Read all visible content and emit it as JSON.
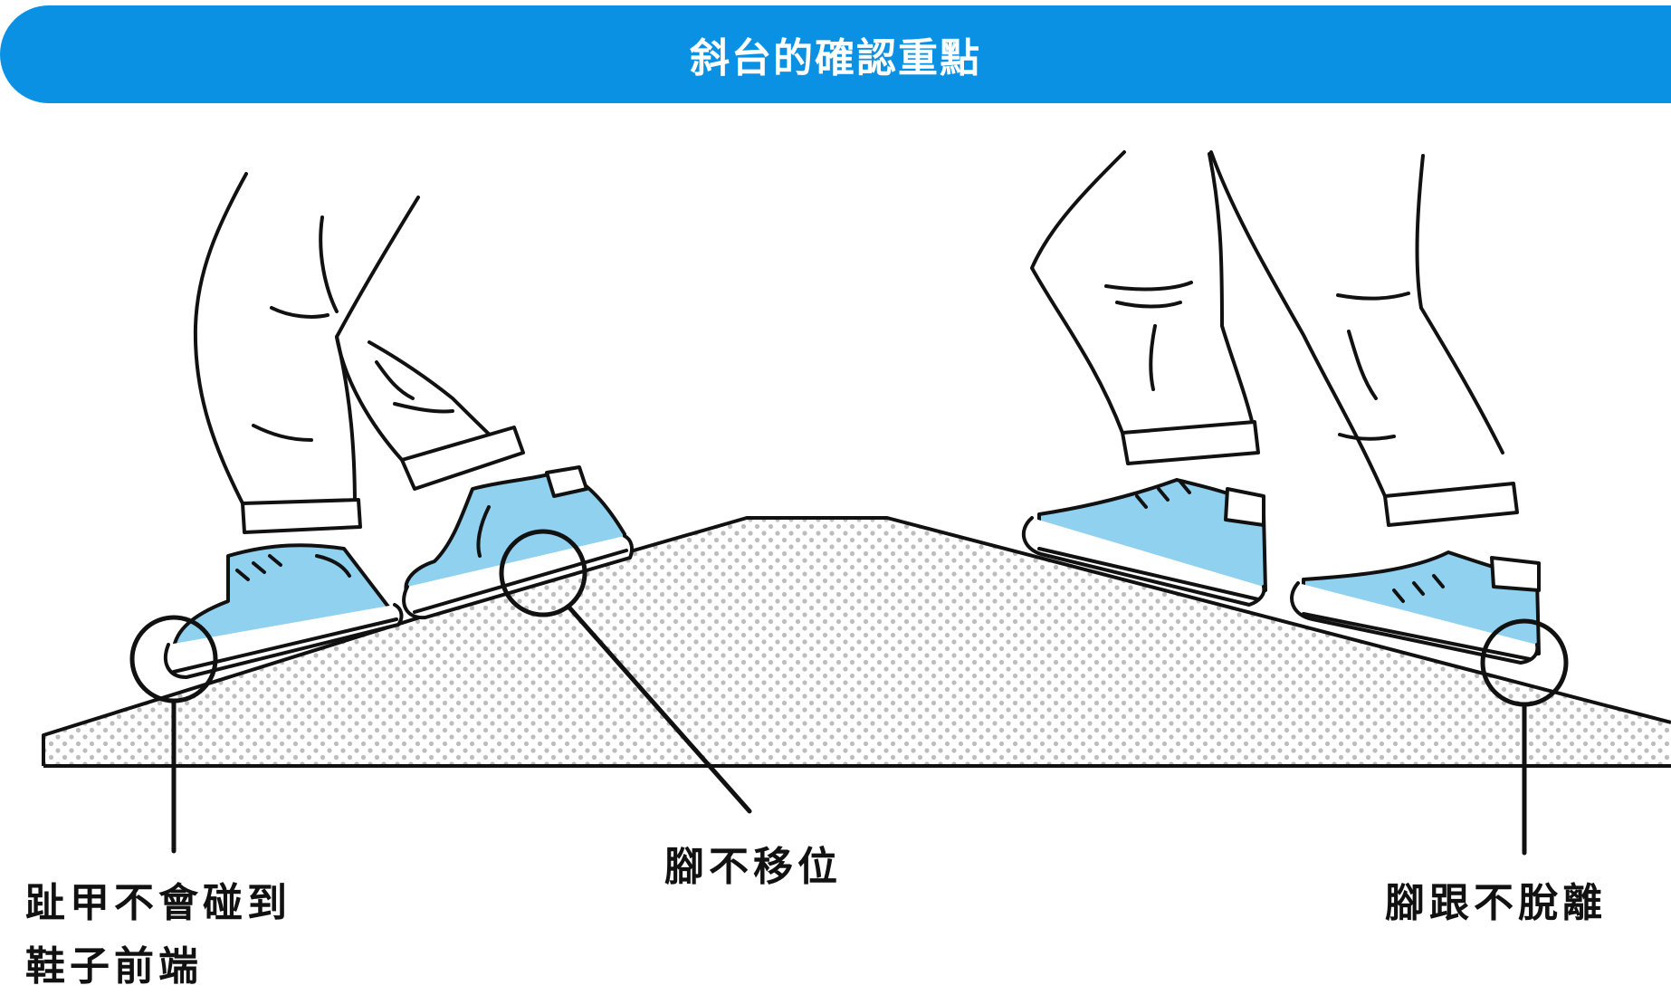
{
  "header": {
    "title": "斜台的確認重點",
    "background_color": "#0a91e3",
    "text_color": "#ffffff"
  },
  "illustration": {
    "shoe_color": "#8fd1ef",
    "ramp_color": "#bdbdbd",
    "line_color": "#111111"
  },
  "callouts": {
    "toe": {
      "line1": "趾甲不會碰到",
      "line2": "鞋子前端"
    },
    "no_shift": {
      "label": "腳不移位"
    },
    "heel": {
      "label": "腳跟不脫離"
    }
  }
}
